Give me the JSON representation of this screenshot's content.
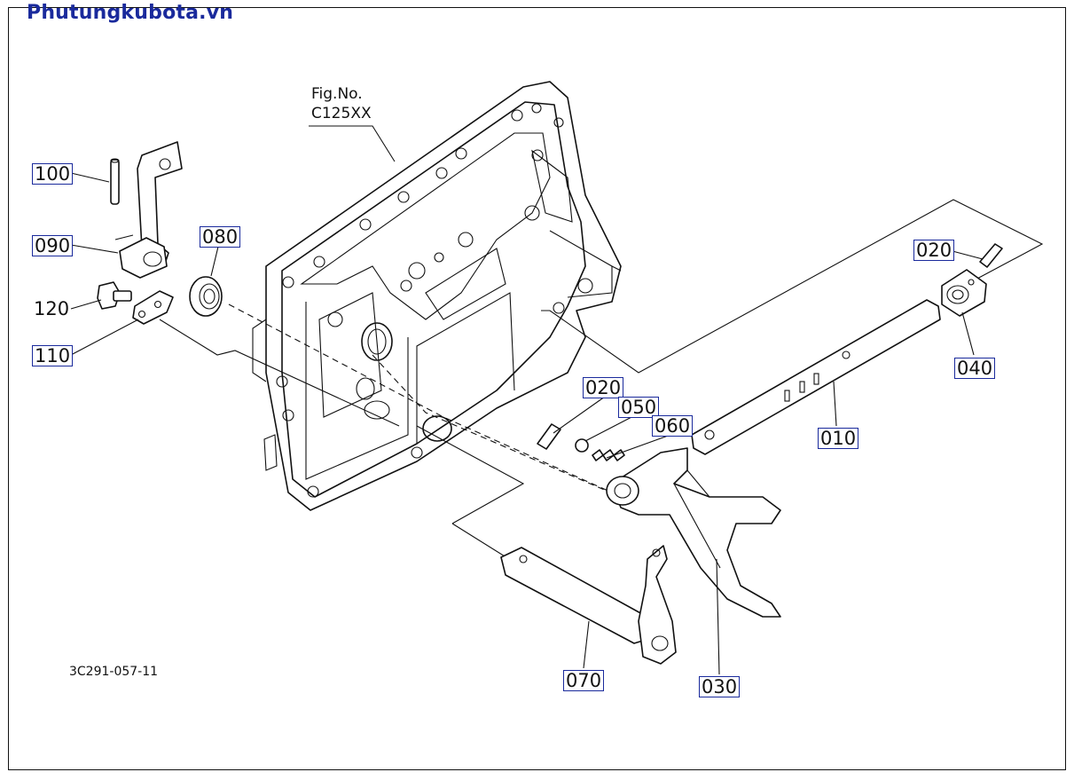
{
  "header": {
    "site_name": "Phutungkubota.vn"
  },
  "figure": {
    "reference_line1": "Fig.No.",
    "reference_line2": "C125XX",
    "diagram_code": "3C291-057-11"
  },
  "callouts": {
    "p010": "010",
    "p020_top": "020",
    "p020_mid": "020",
    "p030": "030",
    "p040": "040",
    "p050": "050",
    "p060": "060",
    "p070": "070",
    "p080": "080",
    "p090": "090",
    "p100": "100",
    "p110": "110",
    "p120": "120"
  },
  "colors": {
    "brand": "#1a2a9c",
    "ink": "#111111",
    "label_box": "#1a2a9c"
  }
}
